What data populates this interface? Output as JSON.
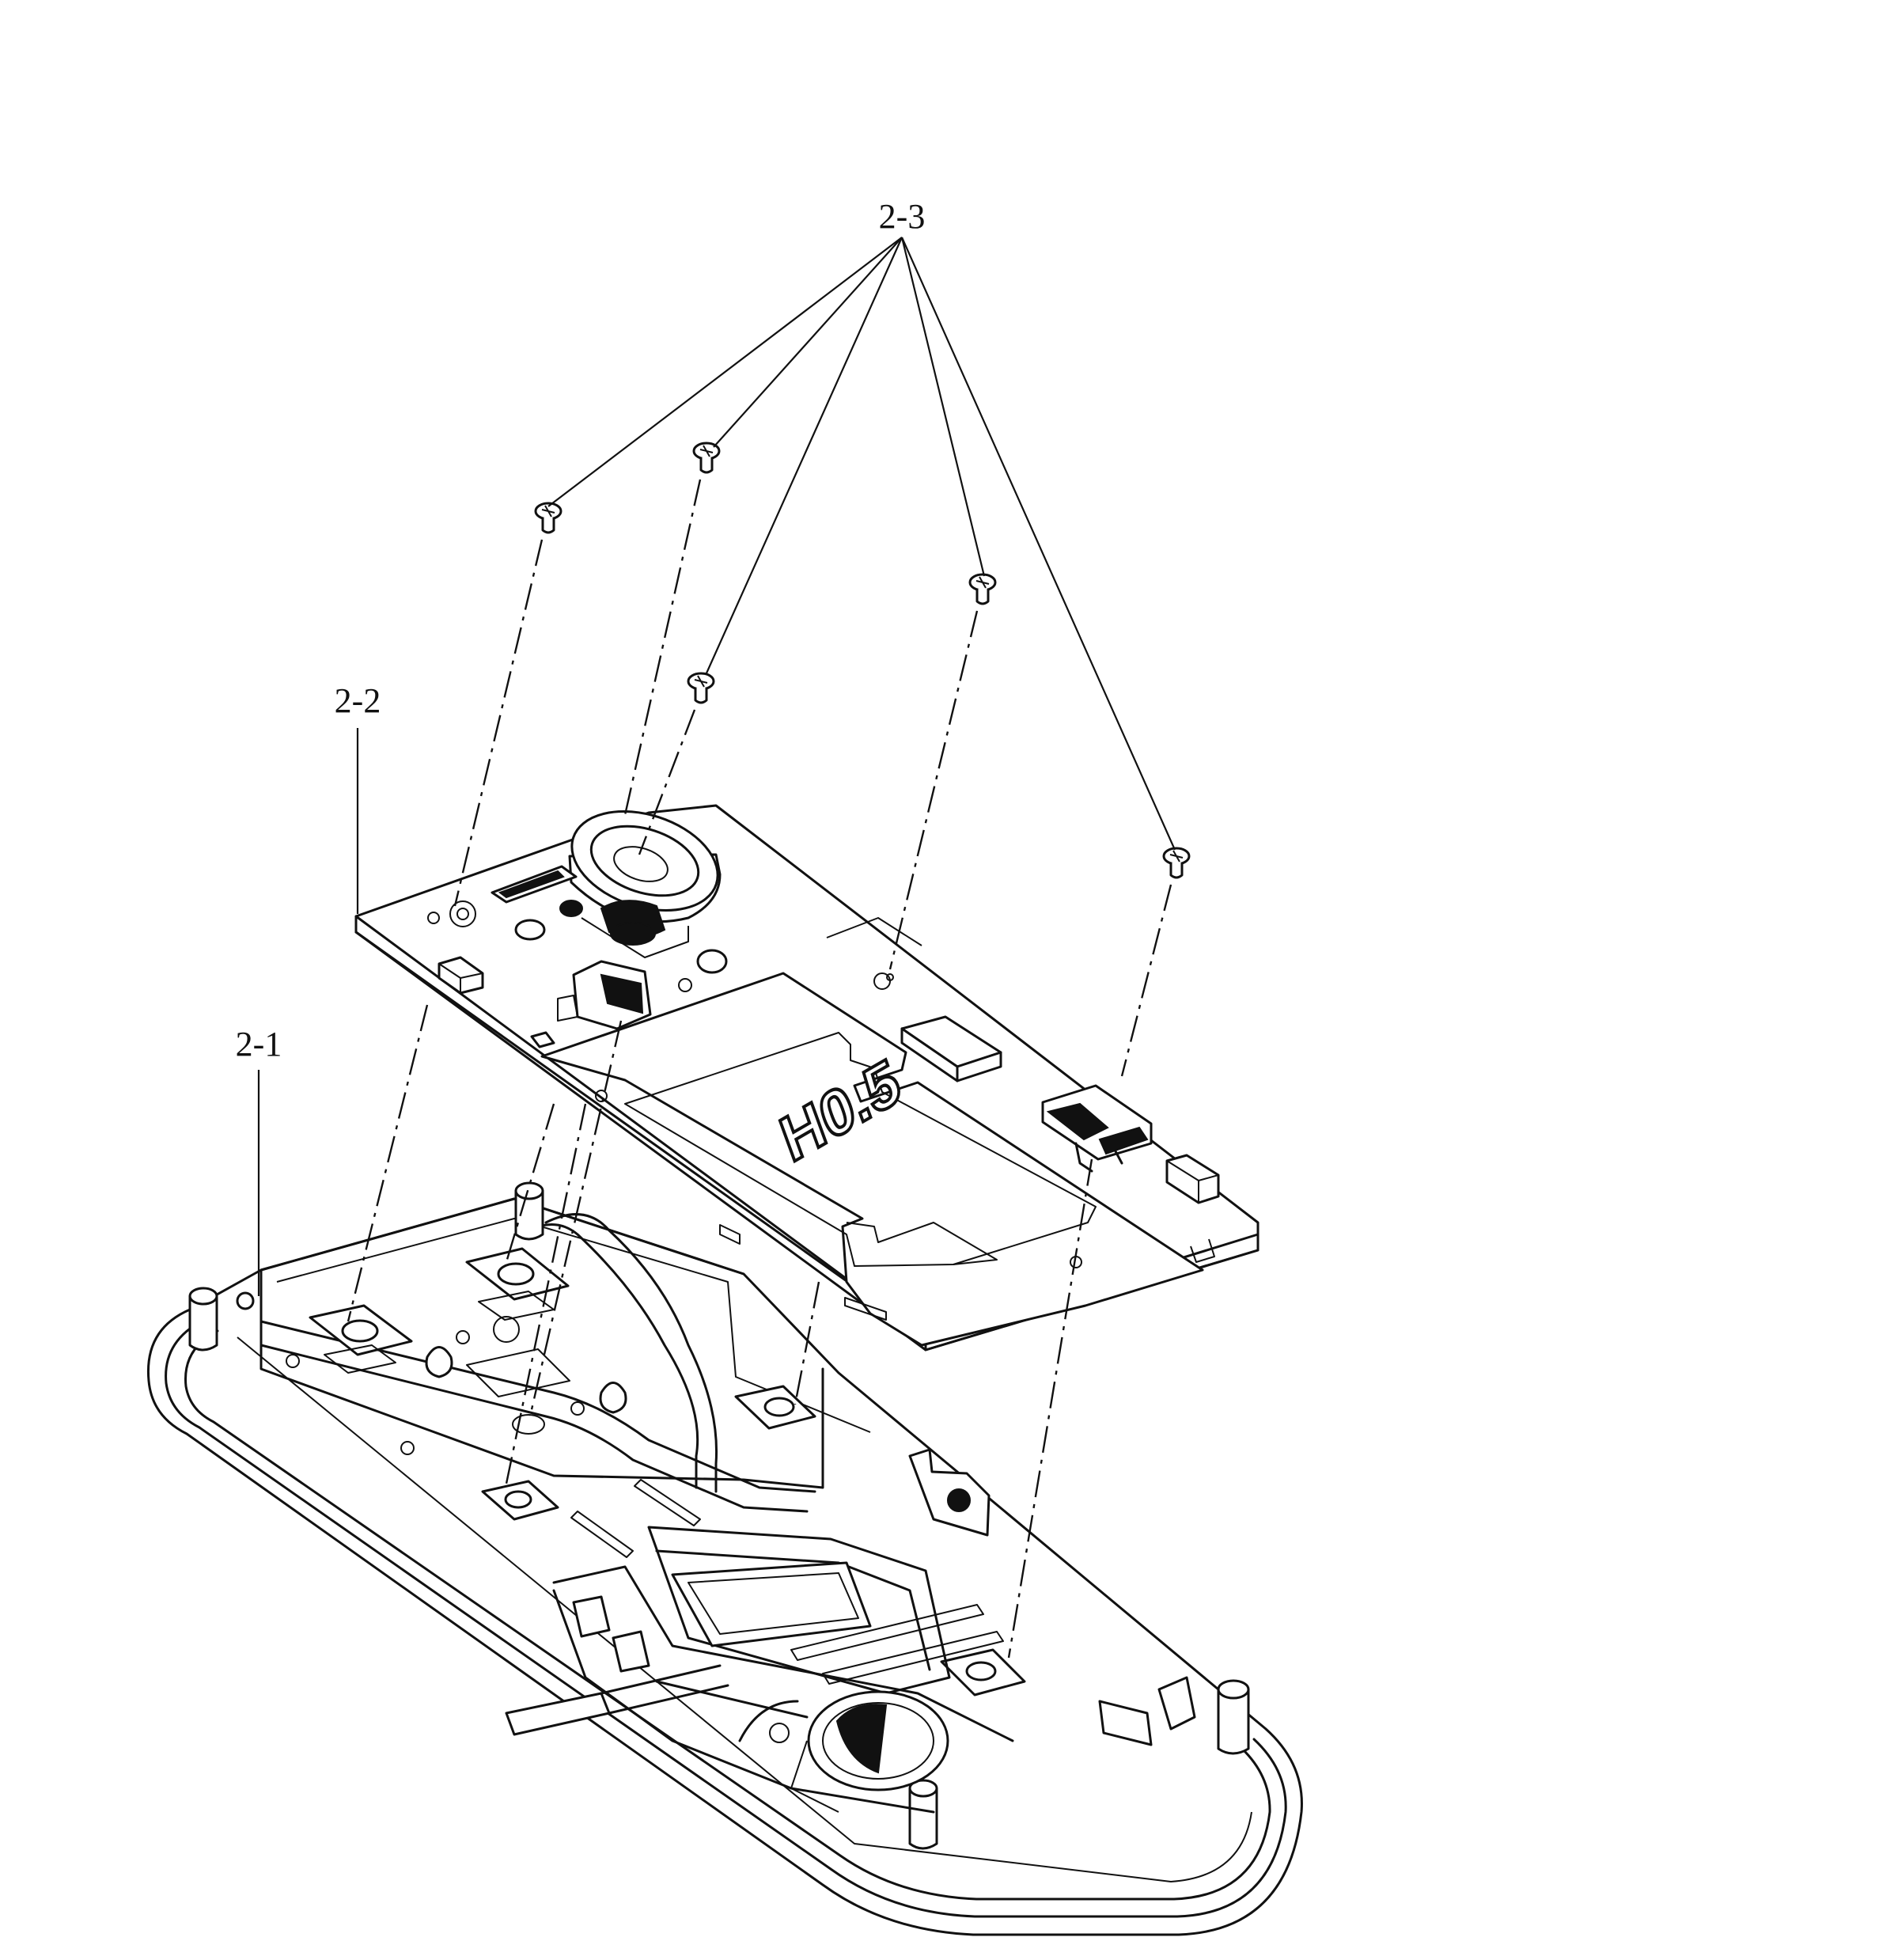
{
  "callouts": {
    "enclosure": "2-1",
    "board": "2-2",
    "screws": "2-3"
  },
  "board_marking": "H0.5"
}
